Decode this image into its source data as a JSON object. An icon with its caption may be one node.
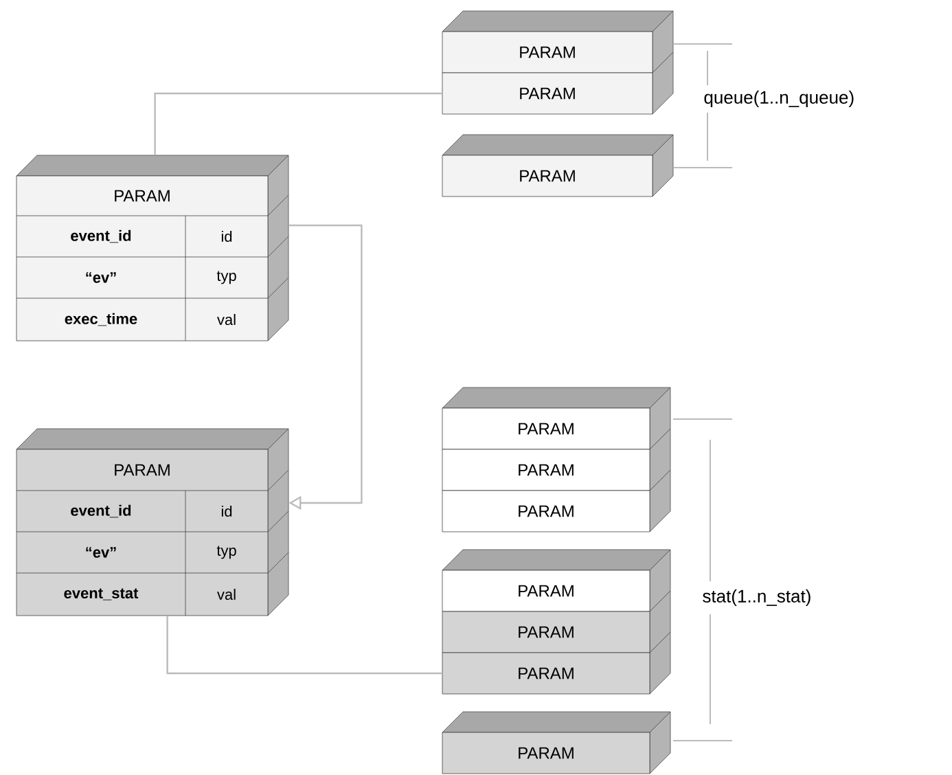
{
  "diagram": {
    "nodes": [
      {
        "text": [
          "PARAM"
        ]
      },
      {
        "text": [
          "PARAM"
        ]
      },
      {
        "text": [
          "PARAM"
        ]
      },
      {
        "text": [
          "PARAM",
          "event_id",
          "id",
          "“ev”",
          "typ",
          "exec_time",
          "val"
        ]
      },
      {
        "text": [
          "PARAM"
        ]
      },
      {
        "text": [
          "PARAM"
        ]
      },
      {
        "text": [
          "PARAM"
        ]
      },
      {
        "text": [
          "PARAM",
          "event_id",
          "id",
          "“ev”",
          "typ",
          "event_stat",
          "val"
        ]
      },
      {
        "text": [
          "PARAM"
        ]
      },
      {
        "text": [
          "PARAM"
        ]
      },
      {
        "text": [
          "PARAM"
        ]
      },
      {
        "text": [
          "PARAM"
        ]
      }
    ],
    "edges": [
      {
        "from": 3,
        "to": 1,
        "arrow": "none"
      },
      {
        "from": 3,
        "to": 7,
        "arrow": "to"
      },
      {
        "from": 7,
        "to": 10,
        "arrow": "none"
      }
    ],
    "labels": [
      "queue(1..n_queue)",
      "stat(1..n_stat)"
    ]
  }
}
